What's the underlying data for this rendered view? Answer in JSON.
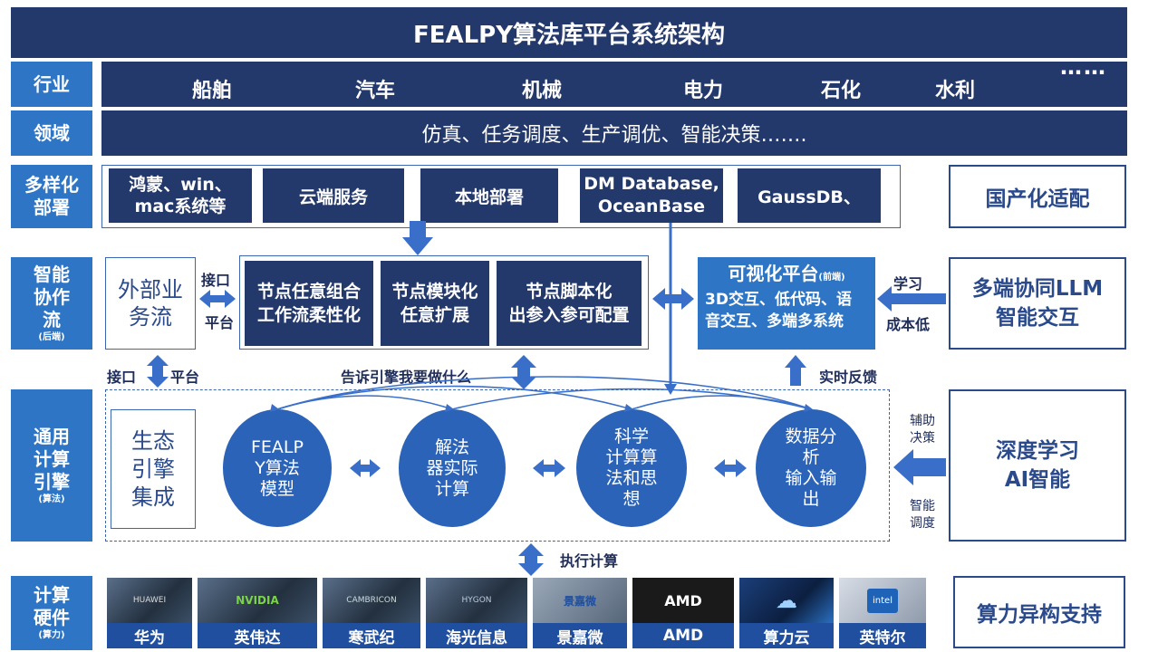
{
  "title": "FEALPY算法库平台系统架构",
  "ellipsis": "…",
  "rows": {
    "industry": {
      "label": "行业",
      "items": [
        "船舶",
        "汽车",
        "机械",
        "电力",
        "石化",
        "水利"
      ]
    },
    "domain": {
      "label": "领域",
      "text": "仿真、任务调度、生产调优、智能决策……."
    },
    "deploy": {
      "label": "多样化部署",
      "label_lines": [
        "多样化",
        "部署"
      ],
      "items": [
        [
          "鸿蒙、win、",
          "mac系统等"
        ],
        [
          "云端服务"
        ],
        [
          "本地部署"
        ],
        [
          "DM Database,",
          "OceanBase"
        ],
        [
          "GaussDB、"
        ]
      ],
      "right": "国产化适配"
    },
    "workflow": {
      "label_lines": [
        "智能",
        "协作",
        "流"
      ],
      "sub": "(后端)",
      "external": [
        "外部业",
        "务流"
      ],
      "iface_top": "接口",
      "iface_bottom": "平台",
      "nodes": [
        [
          "节点任意组合",
          "工作流柔性化"
        ],
        [
          "节点模块化",
          "任意扩展"
        ],
        [
          "节点脚本化",
          "出参入参可配置"
        ]
      ],
      "viz_title": "可视化平台",
      "viz_tag": "(前端)",
      "viz_lines": [
        "3D交互、低代码、语",
        "音交互、多端多系统"
      ],
      "learn": "学习",
      "lowcost": "成本低",
      "right": [
        "多端协同LLM",
        "智能交互"
      ]
    },
    "mid_labels": {
      "iface": "接口",
      "platform": "平台",
      "tell": "告诉引擎我要做什么",
      "feedback": "实时反馈"
    },
    "engine": {
      "label_lines": [
        "通用",
        "计算",
        "引擎"
      ],
      "sub": "(算法)",
      "eco": [
        "生态",
        "引擎",
        "集成"
      ],
      "circles": [
        [
          "FEALP",
          "Y算法",
          "模型"
        ],
        [
          "解法",
          "器实际",
          "计算"
        ],
        [
          "科学",
          "计算算",
          "法和思",
          "想"
        ],
        [
          "数据分",
          "析",
          "输入输",
          "出"
        ]
      ],
      "assist": [
        "辅助",
        "决策"
      ],
      "schedule": [
        "智能",
        "调度"
      ],
      "right": [
        "深度学习",
        "AI智能"
      ]
    },
    "exec": "执行计算",
    "hardware": {
      "label_lines": [
        "计算",
        "硬件"
      ],
      "sub": "(算力)",
      "items": [
        "华为",
        "英伟达",
        "寒武纪",
        "海光信息",
        "景嘉微",
        "AMD",
        "算力云",
        "英特尔"
      ],
      "chip_marks": [
        "HUAWEI",
        "NVIDIA",
        "CAMBRICON",
        "HYGON",
        "景嘉微",
        "AMD",
        "",
        "intel"
      ],
      "right": "算力异构支持"
    }
  },
  "colors": {
    "navy": "#23386b",
    "blue": "#2e75c5",
    "circle": "#2b63b8",
    "arrow": "#3a6fc9"
  }
}
